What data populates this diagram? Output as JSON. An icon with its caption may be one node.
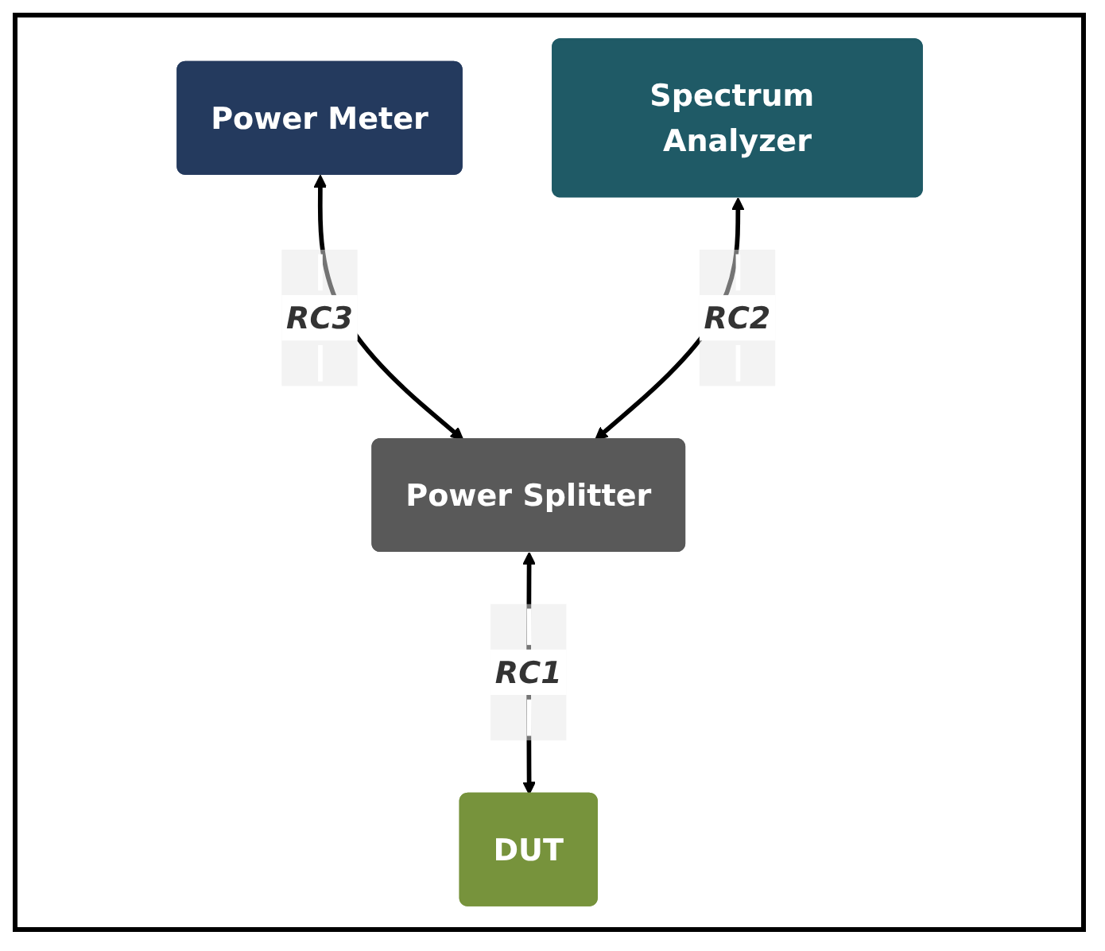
{
  "diagram": {
    "nodes": [
      {
        "text": [
          "Power Meter"
        ]
      },
      {
        "text": [
          "Spectrum Analyzer"
        ]
      },
      {
        "text": [
          "Power Splitter"
        ]
      },
      {
        "text": [
          "DUT"
        ]
      }
    ],
    "edges": [
      {
        "from": 0,
        "to": 2,
        "arrow": "both",
        "label": "RC3"
      },
      {
        "from": 1,
        "to": 2,
        "arrow": "both",
        "label": "RC2"
      },
      {
        "from": 2,
        "to": 3,
        "arrow": "both",
        "label": "RC1"
      }
    ]
  }
}
